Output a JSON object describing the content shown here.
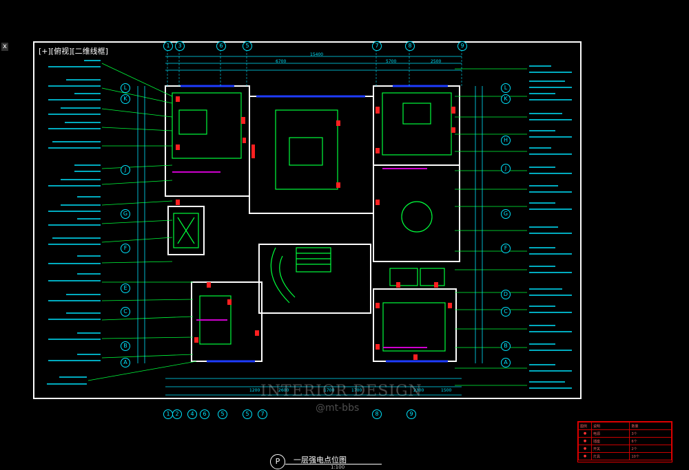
{
  "viewport": {
    "label": "[+][俯视][二维线框]"
  },
  "close_glyph": "x",
  "drawing": {
    "title": "一层强电点位图",
    "sheet_code": "P",
    "scale": "1:100"
  },
  "watermark": {
    "main": "INTERIOR DESIGN",
    "handle": "@mt-bbs"
  },
  "grid_top": [
    "1",
    "3",
    "6",
    "5",
    "7",
    "8",
    "9"
  ],
  "grid_bottom": [
    "1",
    "2",
    "4",
    "6",
    "5",
    "5",
    "7",
    "8",
    "9"
  ],
  "grid_left": [
    "L",
    "K",
    "J",
    "G",
    "F",
    "E",
    "C",
    "B",
    "A"
  ],
  "grid_right": [
    "L",
    "K",
    "H",
    "J",
    "G",
    "F",
    "D",
    "C",
    "B",
    "A"
  ],
  "dimensions_top": [
    "15400",
    "6700",
    "5700",
    "2500"
  ],
  "dimensions_bottom": [
    "1200",
    "2600",
    "1700",
    "1700",
    "2300",
    "1500"
  ],
  "legend": {
    "header": [
      "图例",
      "说明",
      "数量"
    ],
    "rows": [
      [
        "●",
        "电源",
        "3个"
      ],
      [
        "●",
        "插座",
        "6个"
      ],
      [
        "●",
        "开关",
        "2个"
      ],
      [
        "●",
        "灯具",
        "10个"
      ]
    ]
  },
  "colors": {
    "line_cyan": "#00e5ff",
    "line_green": "#00ff3c",
    "accent_red": "#ff2020",
    "accent_magenta": "#d000d0",
    "wall_white": "#ffffff",
    "blue": "#1e3cff"
  }
}
